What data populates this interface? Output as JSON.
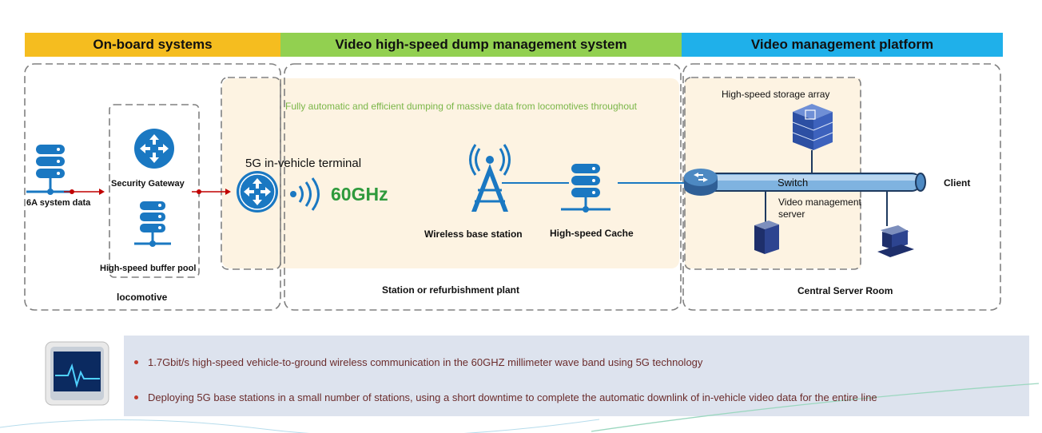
{
  "headers": {
    "onboard": "On-board systems",
    "dump": "Video high-speed dump management system",
    "platform": "Video management platform"
  },
  "colors": {
    "onboard": "#f5bd1f",
    "dump": "#92d050",
    "platform": "#1fb0ea",
    "accent_green": "#2e9a3c",
    "icon_blue": "#1a78c2",
    "arrow_red": "#c00000"
  },
  "labels": {
    "system_data": "6A system data",
    "security_gateway": "Security Gateway",
    "buffer_pool": "High-speed buffer pool",
    "locomotive": "locomotive",
    "terminal": "5G in-vehicle terminal",
    "band": "60GHz",
    "dumping_note": "Fully automatic and efficient dumping of massive data from locomotives throughout",
    "base_station": "Wireless base station",
    "cache": "High-speed Cache",
    "station": "Station or refurbishment plant",
    "storage_array": "High-speed storage array",
    "switch": "Switch",
    "client": "Client",
    "vm_server": "Video management server",
    "server_room": "Central Server Room"
  },
  "notes": [
    "1.7Gbit/s high-speed vehicle-to-ground wireless communication in the 60GHZ millimeter wave band using 5G technology",
    "Deploying 5G base stations in a small number of stations, using a short downtime to complete the automatic downlink of in-vehicle video data for the entire line"
  ],
  "icons": [
    "database-icon",
    "router-icon",
    "wireless-signal-icon",
    "cell-tower-icon",
    "storage-array-icon",
    "switch-icon",
    "server-icon",
    "client-computer-icon",
    "monitor-pulse-icon"
  ]
}
